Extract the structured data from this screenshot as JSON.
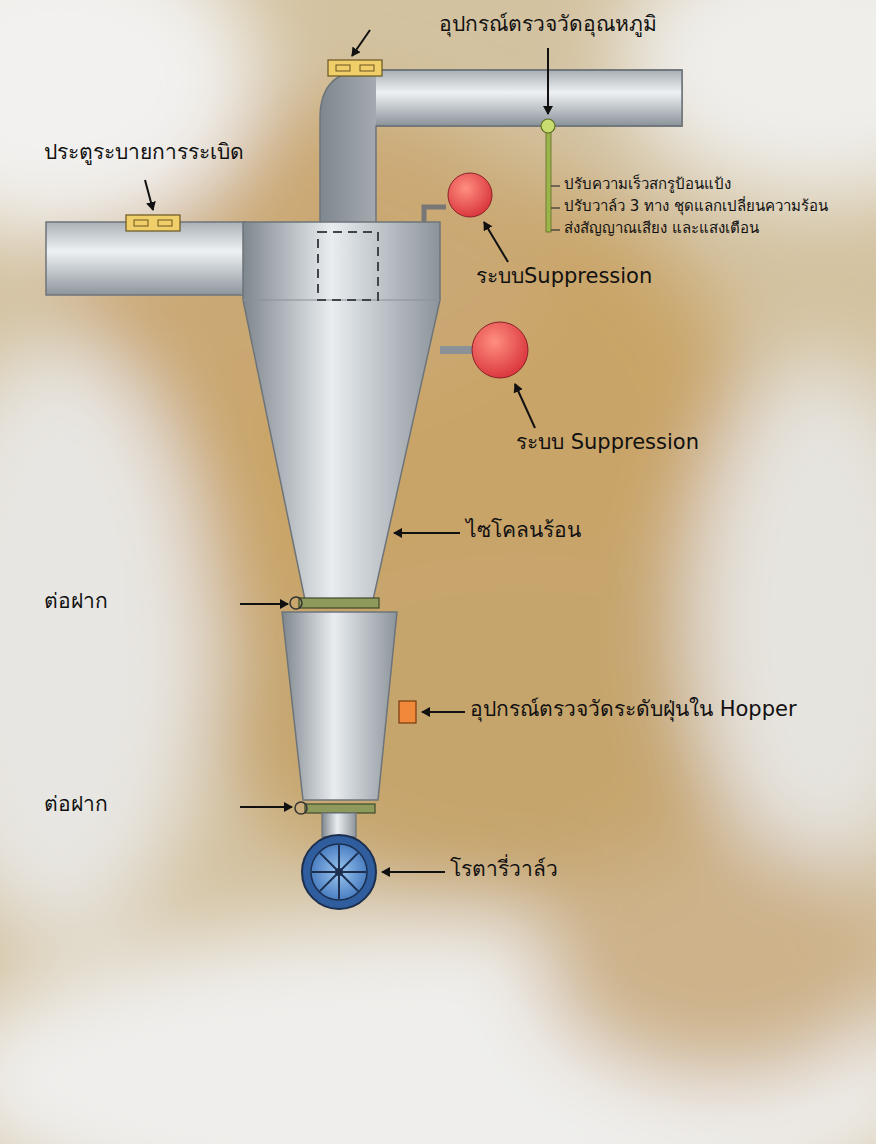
{
  "diagram": {
    "labels": [
      "อุปกรณ์ตรวจวัดอุณหภูมิ",
      "ประตูระบายการระเบิด",
      "ปรับความเร็วสกรูป้อนแป้ง",
      "ปรับวาล์ว 3 ทาง ชุดแลกเปลี่ยนความร้อน",
      "ส่งสัญญาณเสียง และแสงเตือน",
      "ระบบSuppression",
      "ระบบ Suppression",
      "ไซโคลนร้อน",
      "ต่อฝาก",
      "อุปกรณ์ตรวจวัดระดับฝุ่นใน Hopper",
      "ต่อฝาก",
      "โรตารี่วาล์ว"
    ]
  }
}
